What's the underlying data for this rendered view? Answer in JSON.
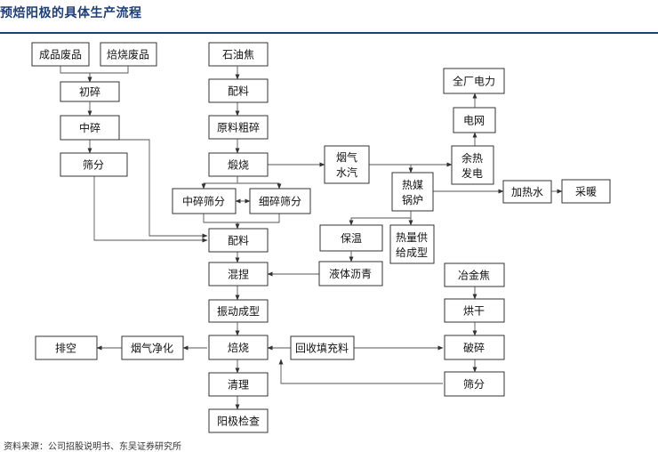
{
  "title": "预焙阳极的具体生产流程",
  "source_note": "资料来源：公司招股说明书、东吴证券研究所",
  "nodes": {
    "finished_waste": "成品废品",
    "calcined_waste": "焙烧废品",
    "pet_coke": "石油焦",
    "primary_crush": "初碎",
    "dosing_top": "配料",
    "mid_crush": "中碎",
    "raw_coarse_crush": "原料粗碎",
    "screening_left": "筛分",
    "calcining": "煅烧",
    "mid_screen": "中碎筛分",
    "fine_screen": "细碎筛分",
    "dosing": "配料",
    "kneading": "混捏",
    "vibro_forming": "振动成型",
    "baking": "焙烧",
    "cleaning": "清理",
    "anode_inspect": "阳极检查",
    "flue_purify": "烟气净化",
    "exhaust": "排空",
    "recycle_fill": "回收填充料",
    "flue_steam_l1": "烟气",
    "flue_steam_l2": "水汽",
    "boiler_l1": "热媒",
    "boiler_l2": "锅炉",
    "insulation": "保温",
    "heat_supply_l1": "热量供",
    "heat_supply_l2": "给成型",
    "liquid_pitch": "液体沥青",
    "heated_water": "加热水",
    "heating": "采暖",
    "plant_power": "全厂电力",
    "grid": "电网",
    "waste_heat_l1": "余热",
    "waste_heat_l2": "发电",
    "met_coke": "冶金焦",
    "drying": "烘干",
    "breaking": "破碎",
    "screening_right": "筛分"
  },
  "colors": {
    "title": "#1d3f7a",
    "line": "#555555",
    "box_border": "#333333"
  }
}
